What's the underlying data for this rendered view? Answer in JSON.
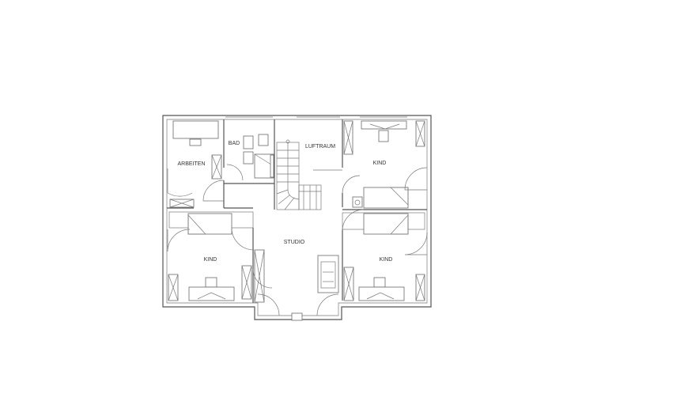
{
  "rooms": {
    "arbeiten": "ARBEITEN",
    "bad": "BAD",
    "luftraum": "LUFTRAUM",
    "kind_ne": "KIND",
    "studio": "STUDIO",
    "kind_sw": "KIND",
    "kind_se": "KIND"
  }
}
